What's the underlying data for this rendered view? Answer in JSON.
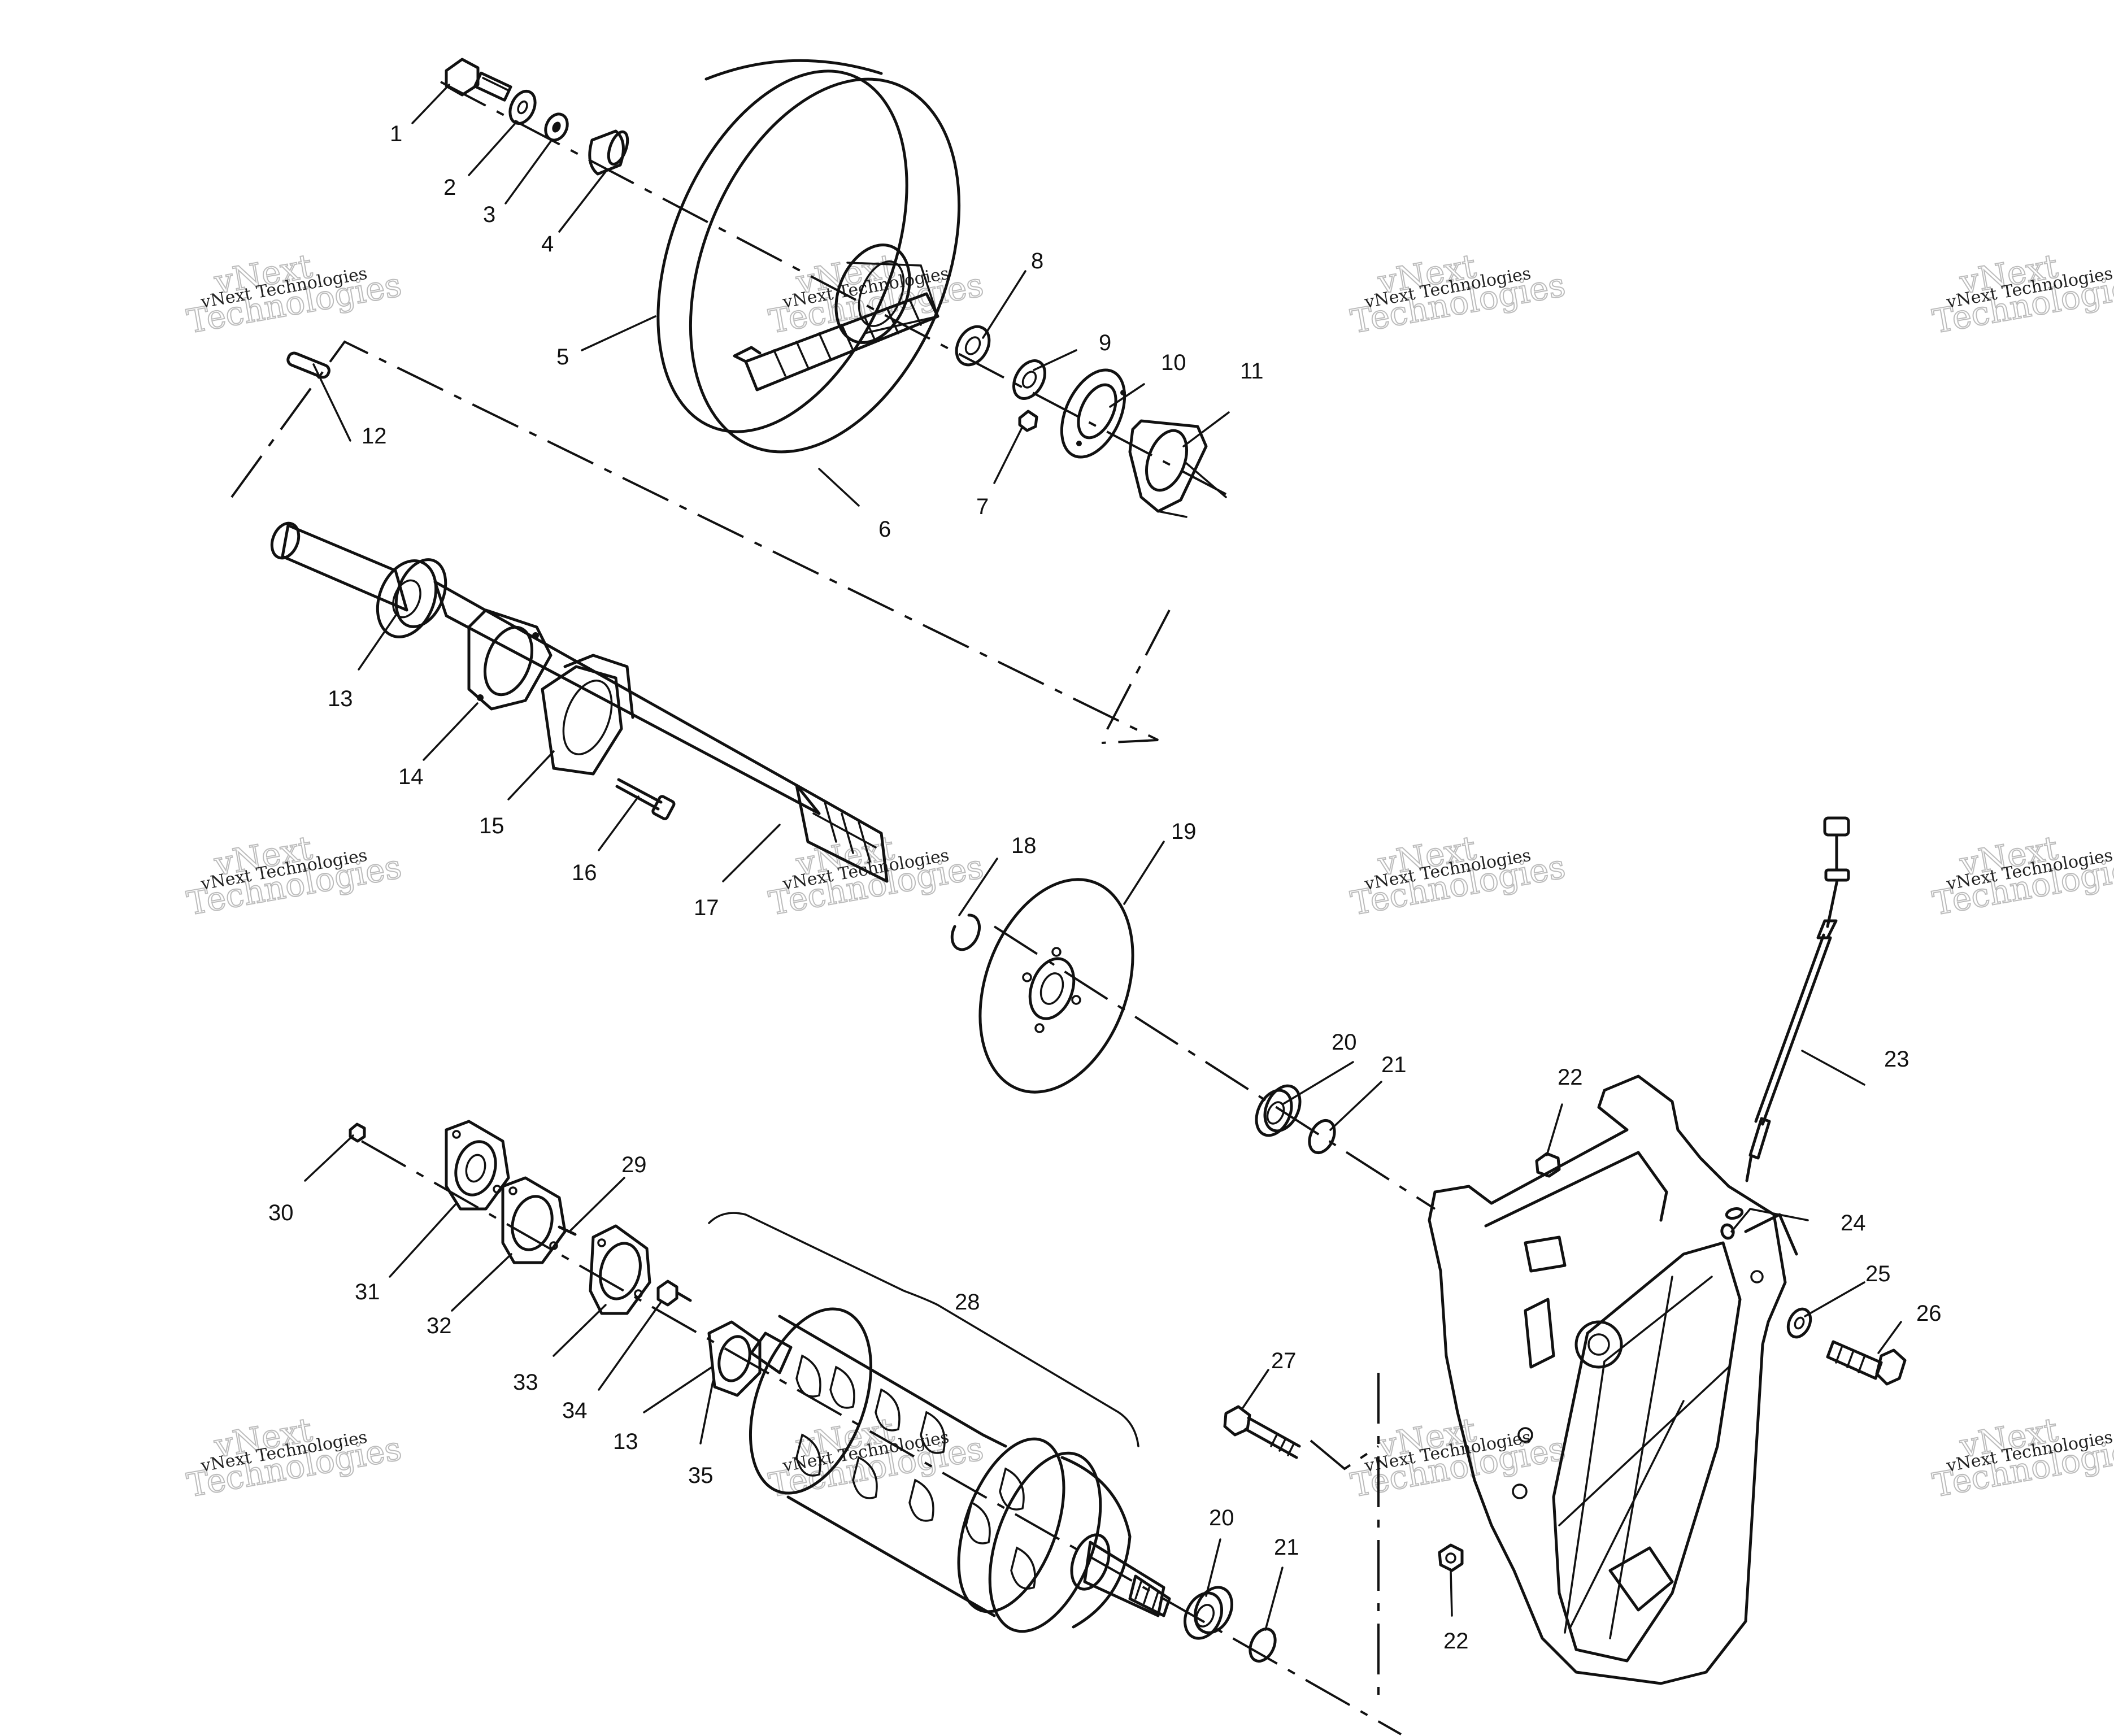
{
  "watermark": {
    "line1": "vNext",
    "line2": "Technologies",
    "small": "vNext Technologies"
  },
  "callouts": [
    {
      "id": "1",
      "label": "1"
    },
    {
      "id": "2",
      "label": "2"
    },
    {
      "id": "3",
      "label": "3"
    },
    {
      "id": "4",
      "label": "4"
    },
    {
      "id": "5",
      "label": "5"
    },
    {
      "id": "6",
      "label": "6"
    },
    {
      "id": "7",
      "label": "7"
    },
    {
      "id": "8",
      "label": "8"
    },
    {
      "id": "9",
      "label": "9"
    },
    {
      "id": "10",
      "label": "10"
    },
    {
      "id": "11",
      "label": "11"
    },
    {
      "id": "12",
      "label": "12"
    },
    {
      "id": "13a",
      "label": "13"
    },
    {
      "id": "14",
      "label": "14"
    },
    {
      "id": "15",
      "label": "15"
    },
    {
      "id": "16",
      "label": "16"
    },
    {
      "id": "17",
      "label": "17"
    },
    {
      "id": "18",
      "label": "18"
    },
    {
      "id": "19",
      "label": "19"
    },
    {
      "id": "20a",
      "label": "20"
    },
    {
      "id": "21a",
      "label": "21"
    },
    {
      "id": "22a",
      "label": "22"
    },
    {
      "id": "23",
      "label": "23"
    },
    {
      "id": "24",
      "label": "24"
    },
    {
      "id": "25",
      "label": "25"
    },
    {
      "id": "26",
      "label": "26"
    },
    {
      "id": "27",
      "label": "27"
    },
    {
      "id": "28",
      "label": "28"
    },
    {
      "id": "29",
      "label": "29"
    },
    {
      "id": "30",
      "label": "30"
    },
    {
      "id": "31",
      "label": "31"
    },
    {
      "id": "32",
      "label": "32"
    },
    {
      "id": "33",
      "label": "33"
    },
    {
      "id": "34",
      "label": "34"
    },
    {
      "id": "13b",
      "label": "13"
    },
    {
      "id": "35",
      "label": "35"
    },
    {
      "id": "20b",
      "label": "20"
    },
    {
      "id": "21b",
      "label": "21"
    },
    {
      "id": "22b",
      "label": "22"
    }
  ]
}
